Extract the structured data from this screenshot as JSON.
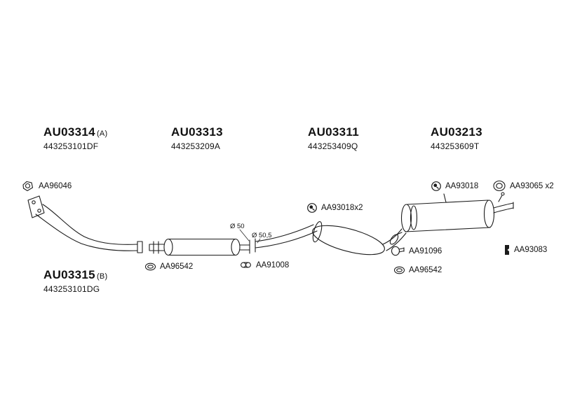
{
  "diagram": {
    "title_context": "exhaust-system-parts-diagram",
    "colors": {
      "line": "#1c1c1c",
      "text": "#111111",
      "background": "#ffffff"
    },
    "groups": [
      {
        "id": "AU03314",
        "suffix": "(A)",
        "part_number": "443253101DF"
      },
      {
        "id": "AU03313",
        "suffix": "",
        "part_number": "443253209A"
      },
      {
        "id": "AU03311",
        "suffix": "",
        "part_number": "443253409Q"
      },
      {
        "id": "AU03213",
        "suffix": "",
        "part_number": "443253609T"
      },
      {
        "id": "AU03315",
        "suffix": "(B)",
        "part_number": "443253101DG"
      }
    ],
    "callouts": [
      {
        "label": "AA96046",
        "icon": "pipe-clamp-icon"
      },
      {
        "label": "AA93018",
        "icon": "rubber-mount-icon"
      },
      {
        "label": "AA93065 x2",
        "icon": "seal-ring-icon"
      },
      {
        "label": "AA93018x2",
        "icon": "rubber-mount-icon"
      },
      {
        "label": "AA91096",
        "icon": "band-clamp-icon"
      },
      {
        "label": "AA93083",
        "icon": "rubber-buffer-icon"
      },
      {
        "label": "AA96542",
        "icon": "gasket-icon"
      },
      {
        "label": "AA91008",
        "icon": "double-hanger-icon"
      },
      {
        "label": "AA96542",
        "icon": "gasket-icon"
      }
    ],
    "annotations": [
      {
        "text": "Ø 50"
      },
      {
        "text": "Ø 50,5"
      }
    ]
  }
}
